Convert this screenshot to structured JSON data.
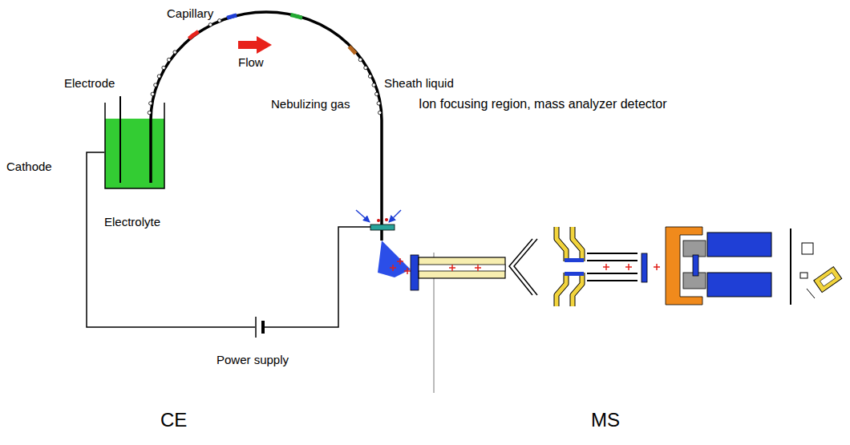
{
  "diagram": {
    "labels": [
      "Capillary",
      "Flow",
      "Sheath liquid",
      "Electrode",
      "Nebulizing gas",
      "Ion focusing region, mass analyzer detector",
      "Cathode",
      "Electrolyte",
      "Power supply",
      "CE",
      "MS"
    ]
  }
}
